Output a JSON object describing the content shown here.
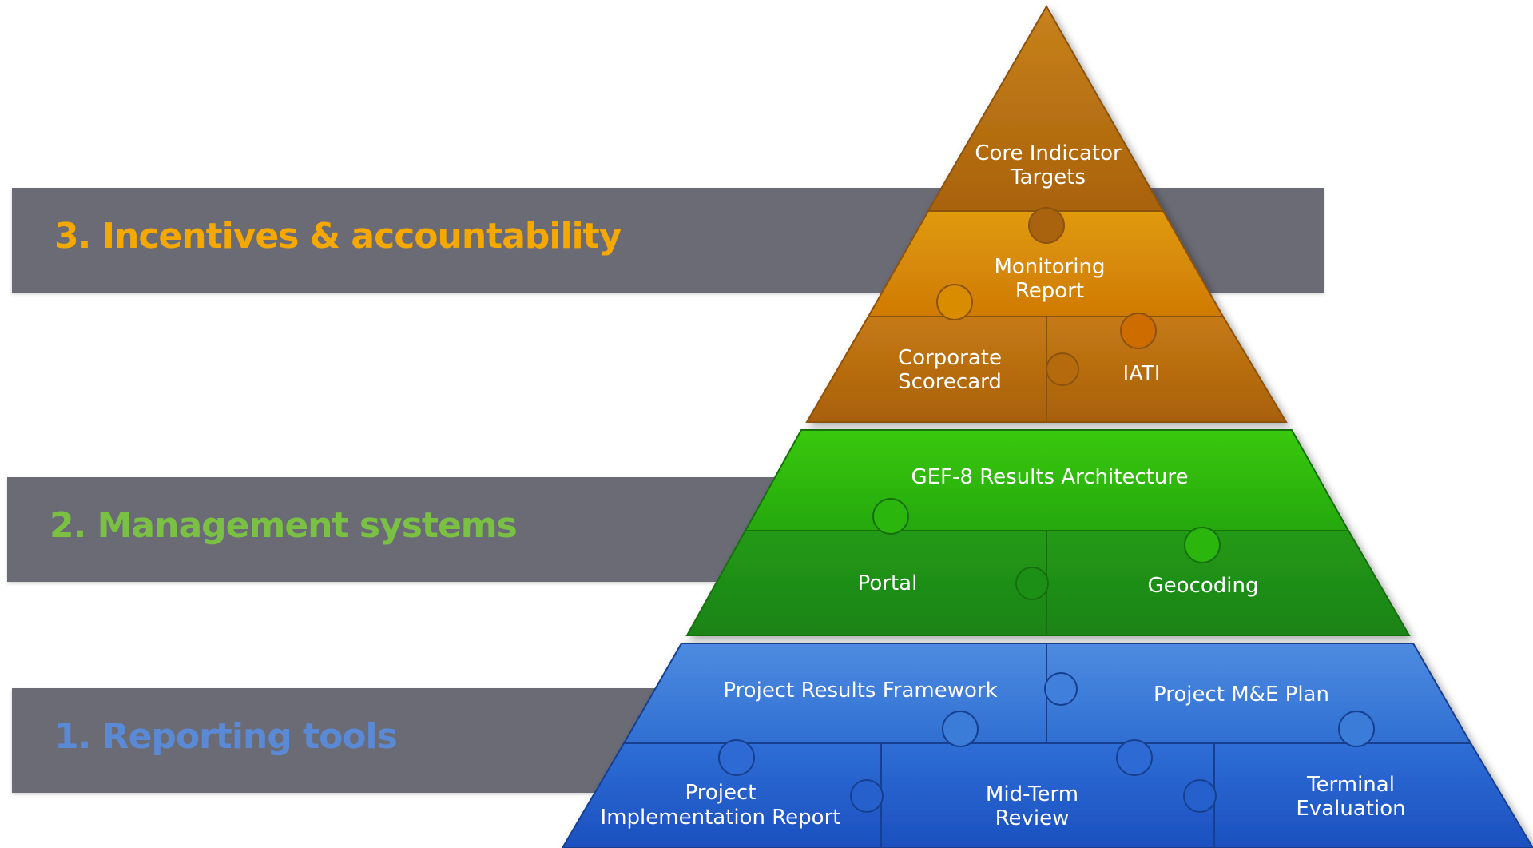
{
  "bands": {
    "level3": "3. Incentives & accountability",
    "level2": "2. Management systems",
    "level1": "1. Reporting tools"
  },
  "pieces": {
    "core_indicator": [
      "Core Indicator",
      "Targets"
    ],
    "monitoring_report": [
      "Monitoring",
      "Report"
    ],
    "corporate_scorecard": [
      "Corporate",
      "Scorecard"
    ],
    "iati": "IATI",
    "gef8": "GEF-8 Results Architecture",
    "portal": "Portal",
    "geocoding": "Geocoding",
    "project_results_framework": "Project Results Framework",
    "project_me_plan": "Project M&E Plan",
    "project_implementation_report": [
      "Project",
      "Implementation Report"
    ],
    "mid_term_review": [
      "Mid-Term",
      "Review"
    ],
    "terminal_evaluation": [
      "Terminal",
      "Evaluation"
    ]
  },
  "colors": {
    "orange": "#c8780e",
    "green": "#2aa412",
    "blue": "#2f6fd6",
    "band": "#6b6b76"
  },
  "icons": {
    "pyramid": "jigsaw-pyramid-icon"
  }
}
